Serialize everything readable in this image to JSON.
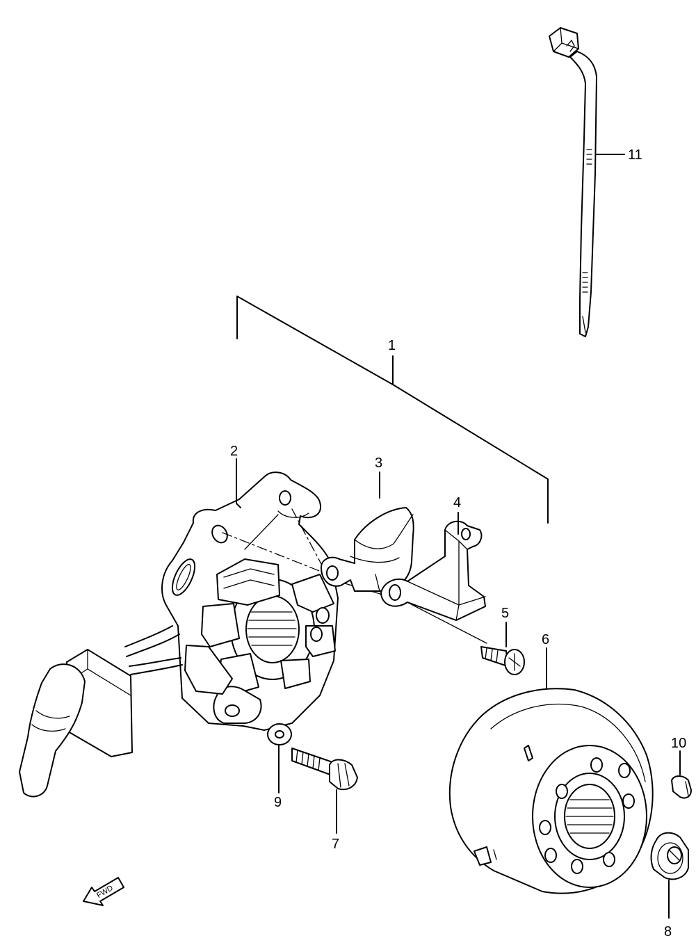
{
  "diagram": {
    "callouts": {
      "p1": "1",
      "p2": "2",
      "p3": "3",
      "p4": "4",
      "p5": "5",
      "p6": "6",
      "p7": "7",
      "p8": "8",
      "p9": "9",
      "p10": "10",
      "p11": "11"
    },
    "fwd_label": "FWD"
  }
}
